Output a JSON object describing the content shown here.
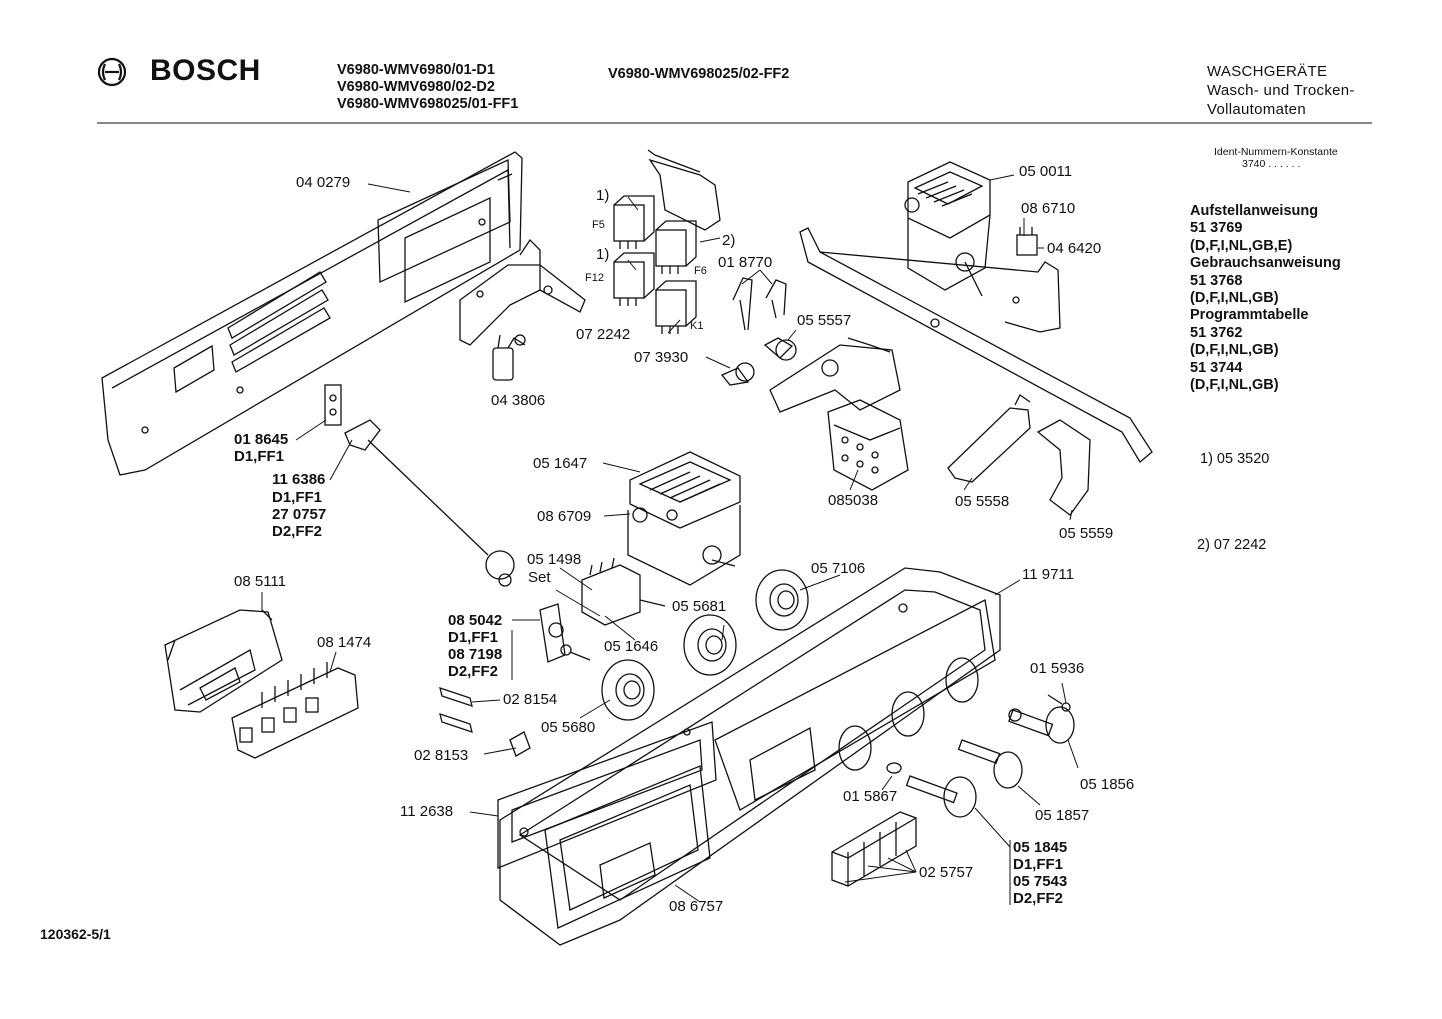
{
  "header": {
    "brand": "BOSCH",
    "models_left": [
      "V6980-WMV6980/01-D1",
      "V6980-WMV6980/02-D2",
      "V6980-WMV698025/01-FF1"
    ],
    "models_right": "V6980-WMV698025/02-FF2",
    "category": [
      "WASCHGERÄTE",
      "Wasch- und Trocken-",
      "Vollautomaten"
    ]
  },
  "ident": {
    "label": "Ident-Nummern-Konstante",
    "value": "3740  . .   . . . ."
  },
  "documents": [
    "Aufstellanweisung",
    "51 3769",
    "(D,F,I,NL,GB,E)",
    "Gebrauchsanweisung",
    "51 3768",
    "(D,F,I,NL,GB)",
    "Programmtabelle",
    "51 3762",
    "(D,F,I,NL,GB)",
    "51 3744",
    "(D,F,I,NL,GB)"
  ],
  "notes": [
    "1) 05 3520",
    "2) 07 2242"
  ],
  "parts": {
    "p040279": "04 0279",
    "p011": "1)",
    "pF5": "F5",
    "p012": "1)",
    "pF12": "F12",
    "p2": "2)",
    "pF6": "F6",
    "pK1": "K1",
    "p072242": "07 2242",
    "p018770": "01 8770",
    "p055557": "05 5557",
    "p073930": "07 3930",
    "p043806": "04 3806",
    "p050011": "05 0011",
    "p086710": "08 6710",
    "p046420": "04 6420",
    "p018645": "01 8645",
    "p018645v": "D1,FF1",
    "p116386": "11 6386",
    "p116386v": "D1,FF1",
    "p270757": "27 0757",
    "p270757v": "D2,FF2",
    "p051647": "05 1647",
    "p086709": "08 6709",
    "p085038": "085038",
    "p055558": "05 5558",
    "p055559": "05 5559",
    "p051498": "05 1498",
    "pSet": "Set",
    "p057106": "05 7106",
    "p119711": "11 9711",
    "p085111": "08 5111",
    "p081474": "08 1474",
    "p085042": "08 5042",
    "p085042v": "D1,FF1",
    "p087198": "08 7198",
    "p087198v": "D2,FF2",
    "p055681": "05 5681",
    "p051646": "05 1646",
    "p055680": "05 5680",
    "p028154": "02 8154",
    "p028153": "02 8153",
    "p015936": "01 5936",
    "p051856": "05 1856",
    "p051857": "05 1857",
    "p015867": "01 5867",
    "p112638": "11 2638",
    "p051845": "05 1845",
    "p051845v": "D1,FF1",
    "p057543": "05 7543",
    "p057543v": "D2,FF2",
    "p025757": "02 5757",
    "p086757": "08 6757"
  },
  "footer": "120362-5/1"
}
